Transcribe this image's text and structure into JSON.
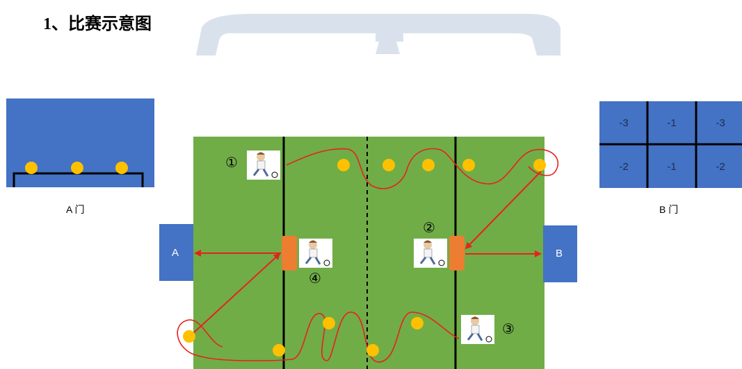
{
  "title": "1、比赛示意图",
  "gate_a": {
    "caption": "A 门",
    "label": "A"
  },
  "gate_b": {
    "caption": "B 门",
    "label": "B",
    "scores": [
      "-3",
      "-1",
      "-3",
      "-2",
      "-1",
      "-2"
    ]
  },
  "players": [
    {
      "marker": "①"
    },
    {
      "marker": "②"
    },
    {
      "marker": "③"
    },
    {
      "marker": "④"
    }
  ],
  "colors": {
    "field": "#70AD47",
    "gate": "#4472C4",
    "ball": "#FFC000",
    "path": "#E8211C",
    "barrier": "#ED7D31",
    "arch": "#D9E2EC"
  }
}
